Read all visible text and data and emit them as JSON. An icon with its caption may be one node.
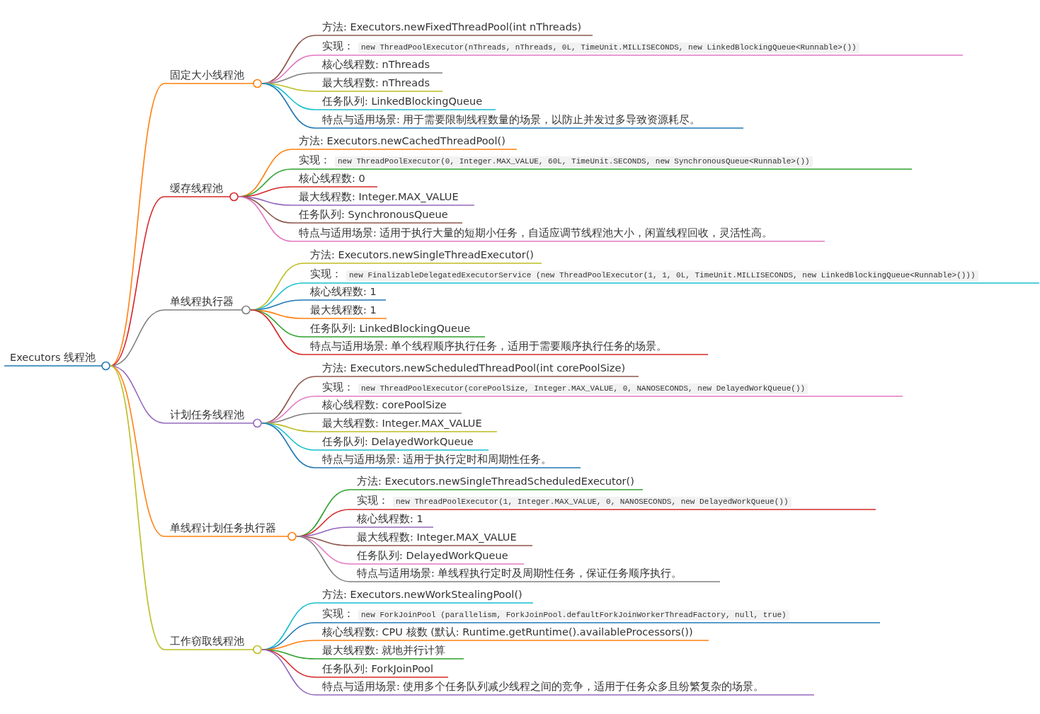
{
  "diagram": {
    "nodes": [
      {
        "text": [
          "Executors 线程池"
        ]
      },
      {
        "text": [
          "固定大小线程池"
        ]
      },
      {
        "text": [
          "方法: Executors.newFixedThreadPool(int nThreads)"
        ]
      },
      {
        "text": [
          "实现：",
          "new ThreadPoolExecutor(nThreads, nThreads, 0L, TimeUnit.MILLISECONDS, new LinkedBlockingQueue<Runnable>())"
        ]
      },
      {
        "text": [
          "核心线程数: nThreads"
        ]
      },
      {
        "text": [
          "最大线程数: nThreads"
        ]
      },
      {
        "text": [
          "任务队列: LinkedBlockingQueue"
        ]
      },
      {
        "text": [
          "特点与适用场景: 用于需要限制线程数量的场景，以防止并发过多导致资源耗尽。"
        ]
      },
      {
        "text": [
          "缓存线程池"
        ]
      },
      {
        "text": [
          "方法: Executors.newCachedThreadPool()"
        ]
      },
      {
        "text": [
          "实现：",
          "new ThreadPoolExecutor(0, Integer.MAX_VALUE, 60L, TimeUnit.SECONDS, new SynchronousQueue<Runnable>())"
        ]
      },
      {
        "text": [
          "核心线程数: 0"
        ]
      },
      {
        "text": [
          "最大线程数: Integer.MAX_VALUE"
        ]
      },
      {
        "text": [
          "任务队列: SynchronousQueue"
        ]
      },
      {
        "text": [
          "特点与适用场景: 适用于执行大量的短期小任务，自适应调节线程池大小，闲置线程回收，灵活性高。"
        ]
      },
      {
        "text": [
          "单线程执行器"
        ]
      },
      {
        "text": [
          "方法: Executors.newSingleThreadExecutor()"
        ]
      },
      {
        "text": [
          "实现：",
          "new FinalizableDelegatedExecutorService (new ThreadPoolExecutor(1, 1, 0L, TimeUnit.MILLISECONDS, new LinkedBlockingQueue<Runnable>()))"
        ]
      },
      {
        "text": [
          "核心线程数: 1"
        ]
      },
      {
        "text": [
          "最大线程数: 1"
        ]
      },
      {
        "text": [
          "任务队列: LinkedBlockingQueue"
        ]
      },
      {
        "text": [
          "特点与适用场景: 单个线程顺序执行任务，适用于需要顺序执行任务的场景。"
        ]
      },
      {
        "text": [
          "计划任务线程池"
        ]
      },
      {
        "text": [
          "方法: Executors.newScheduledThreadPool(int corePoolSize)"
        ]
      },
      {
        "text": [
          "实现：",
          "new ThreadPoolExecutor(corePoolSize, Integer.MAX_VALUE, 0, NANOSECONDS, new DelayedWorkQueue())"
        ]
      },
      {
        "text": [
          "核心线程数: corePoolSize"
        ]
      },
      {
        "text": [
          "最大线程数: Integer.MAX_VALUE"
        ]
      },
      {
        "text": [
          "任务队列: DelayedWorkQueue"
        ]
      },
      {
        "text": [
          "特点与适用场景: 适用于执行定时和周期性任务。"
        ]
      },
      {
        "text": [
          "单线程计划任务执行器"
        ]
      },
      {
        "text": [
          "方法: Executors.newSingleThreadScheduledExecutor()"
        ]
      },
      {
        "text": [
          "实现：",
          "new ThreadPoolExecutor(1, Integer.MAX_VALUE, 0, NANOSECONDS, new DelayedWorkQueue())"
        ]
      },
      {
        "text": [
          "核心线程数: 1"
        ]
      },
      {
        "text": [
          "最大线程数: Integer.MAX_VALUE"
        ]
      },
      {
        "text": [
          "任务队列: DelayedWorkQueue"
        ]
      },
      {
        "text": [
          "特点与适用场景: 单线程执行定时及周期性任务，保证任务顺序执行。"
        ]
      },
      {
        "text": [
          "工作窃取线程池"
        ]
      },
      {
        "text": [
          "方法: Executors.newWorkStealingPool()"
        ]
      },
      {
        "text": [
          "实现：",
          "new ForkJoinPool (parallelism, ForkJoinPool.defaultForkJoinWorkerThreadFactory, null, true)"
        ]
      },
      {
        "text": [
          "核心线程数: CPU 核数 (默认: Runtime.getRuntime().availableProcessors())"
        ]
      },
      {
        "text": [
          "最大线程数: 就地并行计算"
        ]
      },
      {
        "text": [
          "任务队列: ForkJoinPool"
        ]
      },
      {
        "text": [
          "特点与适用场景: 使用多个任务队列减少线程之间的竞争，适用于任务众多且纷繁复杂的场景。"
        ]
      }
    ],
    "edges": [
      {
        "from": 0,
        "to": 1,
        "arrow": "none",
        "color": "#ff7f0e"
      },
      {
        "from": 1,
        "to": 2,
        "arrow": "none",
        "color": "#8c564b"
      },
      {
        "from": 1,
        "to": 3,
        "arrow": "none",
        "color": "#e377c2"
      },
      {
        "from": 1,
        "to": 4,
        "arrow": "none",
        "color": "#7f7f7f"
      },
      {
        "from": 1,
        "to": 5,
        "arrow": "none",
        "color": "#bcbd22"
      },
      {
        "from": 1,
        "to": 6,
        "arrow": "none",
        "color": "#17becf"
      },
      {
        "from": 1,
        "to": 7,
        "arrow": "none",
        "color": "#1f77b4"
      },
      {
        "from": 0,
        "to": 8,
        "arrow": "none",
        "color": "#d62728"
      },
      {
        "from": 8,
        "to": 9,
        "arrow": "none",
        "color": "#ff7f0e"
      },
      {
        "from": 8,
        "to": 10,
        "arrow": "none",
        "color": "#2ca02c"
      },
      {
        "from": 8,
        "to": 11,
        "arrow": "none",
        "color": "#d62728"
      },
      {
        "from": 8,
        "to": 12,
        "arrow": "none",
        "color": "#9467bd"
      },
      {
        "from": 8,
        "to": 13,
        "arrow": "none",
        "color": "#8c564b"
      },
      {
        "from": 8,
        "to": 14,
        "arrow": "none",
        "color": "#e377c2"
      },
      {
        "from": 0,
        "to": 15,
        "arrow": "none",
        "color": "#7f7f7f"
      },
      {
        "from": 15,
        "to": 16,
        "arrow": "none",
        "color": "#bcbd22"
      },
      {
        "from": 15,
        "to": 17,
        "arrow": "none",
        "color": "#17becf"
      },
      {
        "from": 15,
        "to": 18,
        "arrow": "none",
        "color": "#1f77b4"
      },
      {
        "from": 15,
        "to": 19,
        "arrow": "none",
        "color": "#ff7f0e"
      },
      {
        "from": 15,
        "to": 20,
        "arrow": "none",
        "color": "#2ca02c"
      },
      {
        "from": 15,
        "to": 21,
        "arrow": "none",
        "color": "#d62728"
      },
      {
        "from": 0,
        "to": 22,
        "arrow": "none",
        "color": "#9467bd"
      },
      {
        "from": 22,
        "to": 23,
        "arrow": "none",
        "color": "#8c564b"
      },
      {
        "from": 22,
        "to": 24,
        "arrow": "none",
        "color": "#e377c2"
      },
      {
        "from": 22,
        "to": 25,
        "arrow": "none",
        "color": "#7f7f7f"
      },
      {
        "from": 22,
        "to": 26,
        "arrow": "none",
        "color": "#bcbd22"
      },
      {
        "from": 22,
        "to": 27,
        "arrow": "none",
        "color": "#17becf"
      },
      {
        "from": 22,
        "to": 28,
        "arrow": "none",
        "color": "#1f77b4"
      },
      {
        "from": 0,
        "to": 29,
        "arrow": "none",
        "color": "#ff7f0e"
      },
      {
        "from": 29,
        "to": 30,
        "arrow": "none",
        "color": "#2ca02c"
      },
      {
        "from": 29,
        "to": 31,
        "arrow": "none",
        "color": "#d62728"
      },
      {
        "from": 29,
        "to": 32,
        "arrow": "none",
        "color": "#9467bd"
      },
      {
        "from": 29,
        "to": 33,
        "arrow": "none",
        "color": "#8c564b"
      },
      {
        "from": 29,
        "to": 34,
        "arrow": "none",
        "color": "#e377c2"
      },
      {
        "from": 29,
        "to": 35,
        "arrow": "none",
        "color": "#7f7f7f"
      },
      {
        "from": 0,
        "to": 36,
        "arrow": "none",
        "color": "#bcbd22"
      },
      {
        "from": 36,
        "to": 37,
        "arrow": "none",
        "color": "#17becf"
      },
      {
        "from": 36,
        "to": 38,
        "arrow": "none",
        "color": "#1f77b4"
      },
      {
        "from": 36,
        "to": 39,
        "arrow": "none",
        "color": "#ff7f0e"
      },
      {
        "from": 36,
        "to": 40,
        "arrow": "none",
        "color": "#2ca02c"
      },
      {
        "from": 36,
        "to": 41,
        "arrow": "none",
        "color": "#d62728"
      },
      {
        "from": 36,
        "to": 42,
        "arrow": "none",
        "color": "#9467bd"
      }
    ]
  }
}
